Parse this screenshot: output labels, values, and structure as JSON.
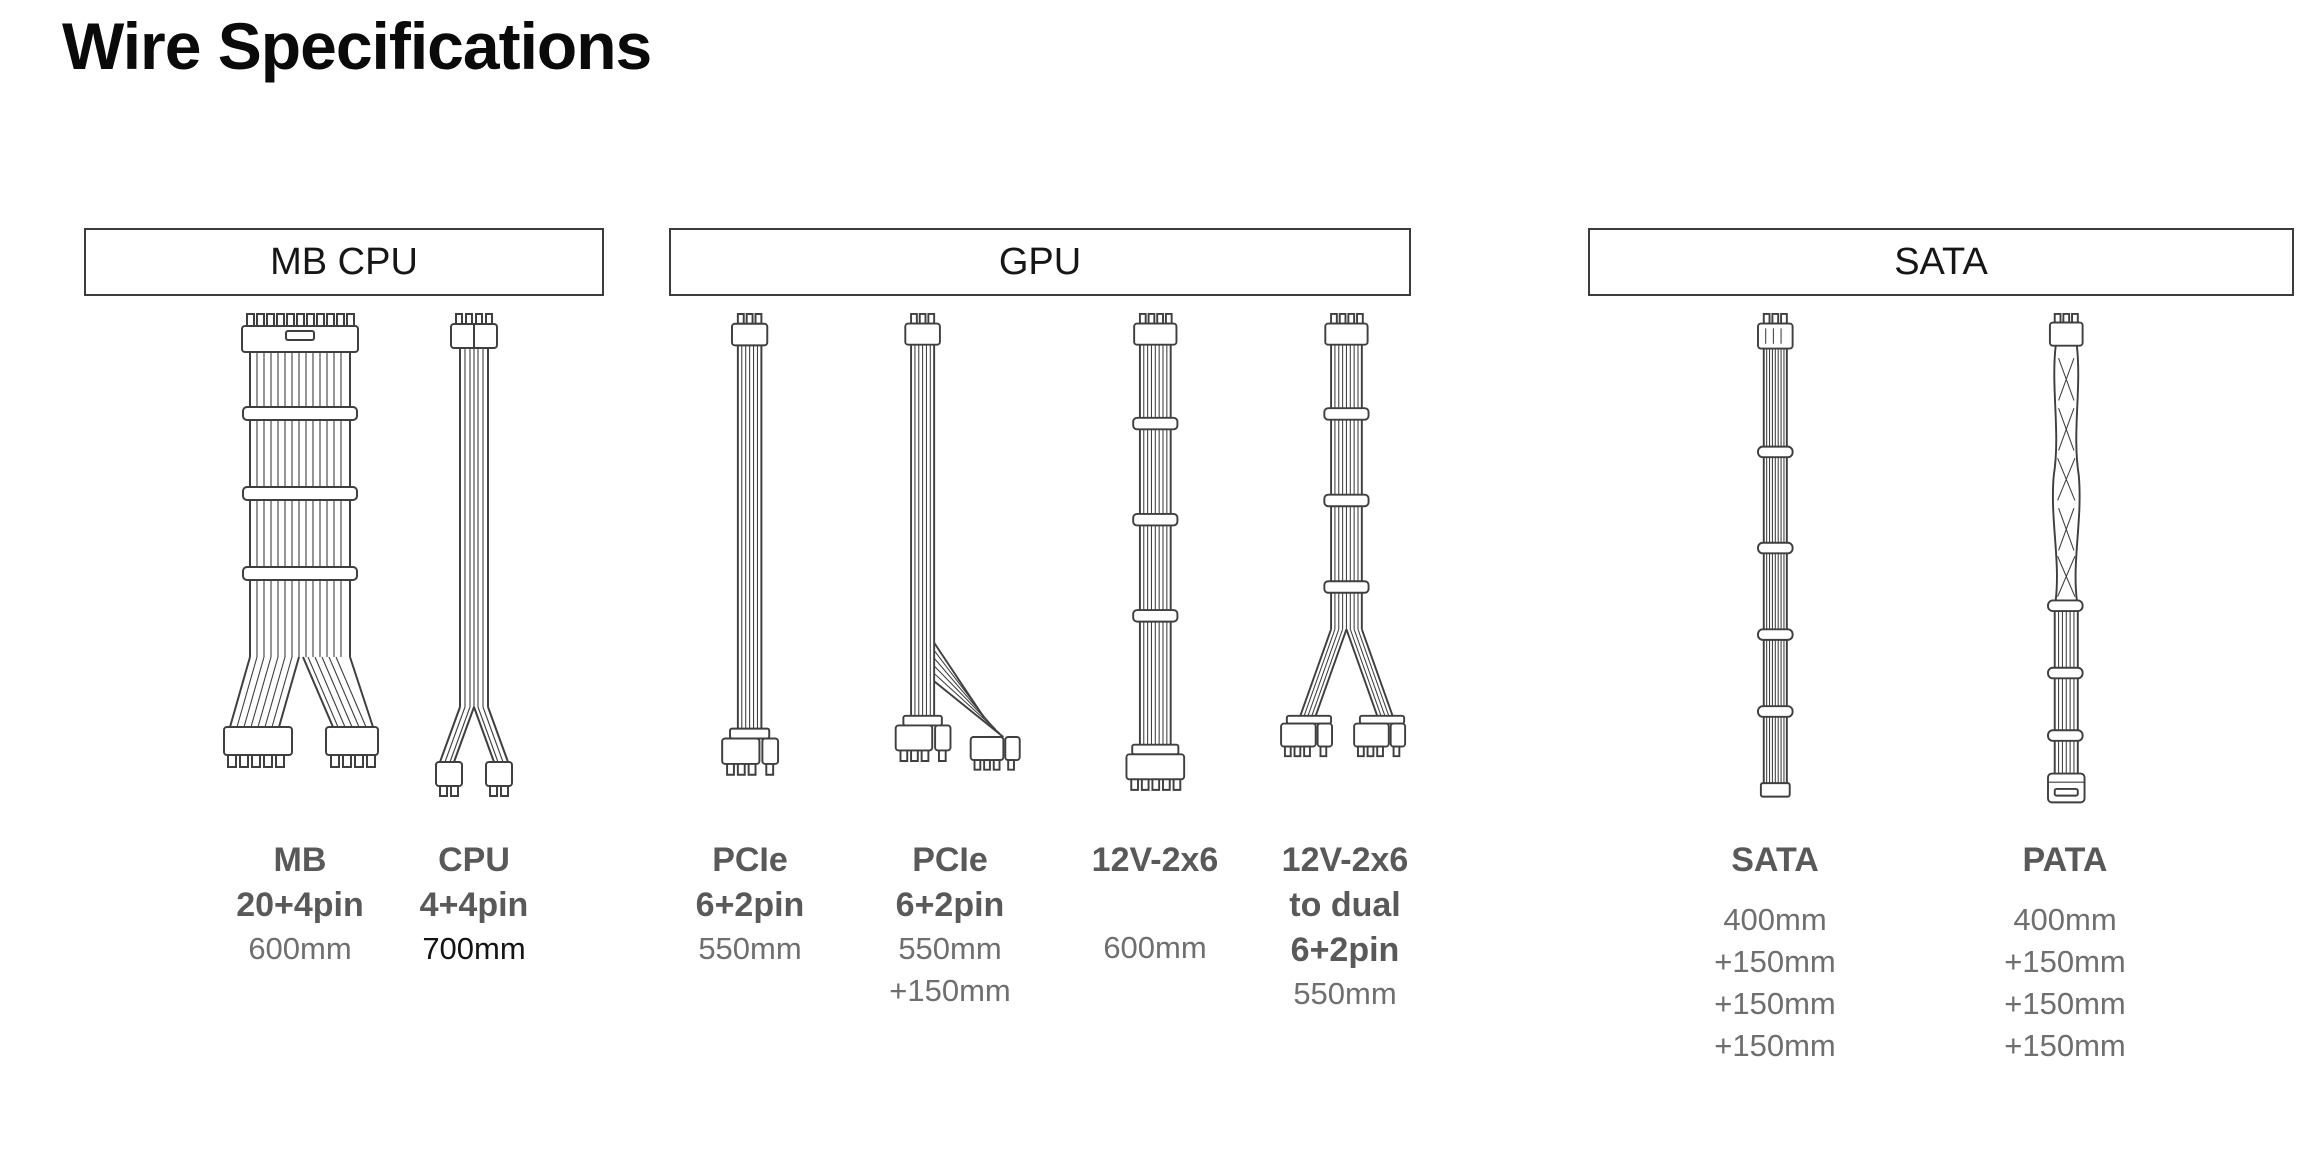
{
  "title": "Wire Specifications",
  "colors": {
    "line_art": "#3f3f3f",
    "label_text": "#595959",
    "measurement_text": "#6f6f6f",
    "background": "#ffffff"
  },
  "groups": [
    {
      "label": "MB CPU",
      "cables": [
        {
          "id": "mb-20-4pin",
          "name_lines": [
            "MB",
            "20+4pin"
          ],
          "size_lines": [
            "600mm"
          ]
        },
        {
          "id": "cpu-4-4pin",
          "name_lines": [
            "CPU",
            "4+4pin"
          ],
          "size_lines": [
            "700mm"
          ]
        }
      ]
    },
    {
      "label": "GPU",
      "cables": [
        {
          "id": "pcie-6-2pin",
          "name_lines": [
            "PCIe",
            "6+2pin"
          ],
          "size_lines": [
            "550mm"
          ]
        },
        {
          "id": "pcie-6-2pin-daisy",
          "name_lines": [
            "PCIe",
            "6+2pin"
          ],
          "size_lines": [
            "550mm",
            "+150mm"
          ]
        },
        {
          "id": "12v-2x6",
          "name_lines": [
            "12V-2x6"
          ],
          "size_lines": [
            "600mm"
          ]
        },
        {
          "id": "12v-2x6-dual",
          "name_lines": [
            "12V-2x6",
            "to dual",
            "6+2pin"
          ],
          "size_lines": [
            "550mm"
          ]
        }
      ]
    },
    {
      "label": "SATA",
      "cables": [
        {
          "id": "sata",
          "name_lines": [
            "SATA"
          ],
          "size_lines": [
            "400mm",
            "+150mm",
            "+150mm",
            "+150mm"
          ]
        },
        {
          "id": "pata",
          "name_lines": [
            "PATA"
          ],
          "size_lines": [
            "400mm",
            "+150mm",
            "+150mm",
            "+150mm"
          ]
        }
      ]
    }
  ]
}
